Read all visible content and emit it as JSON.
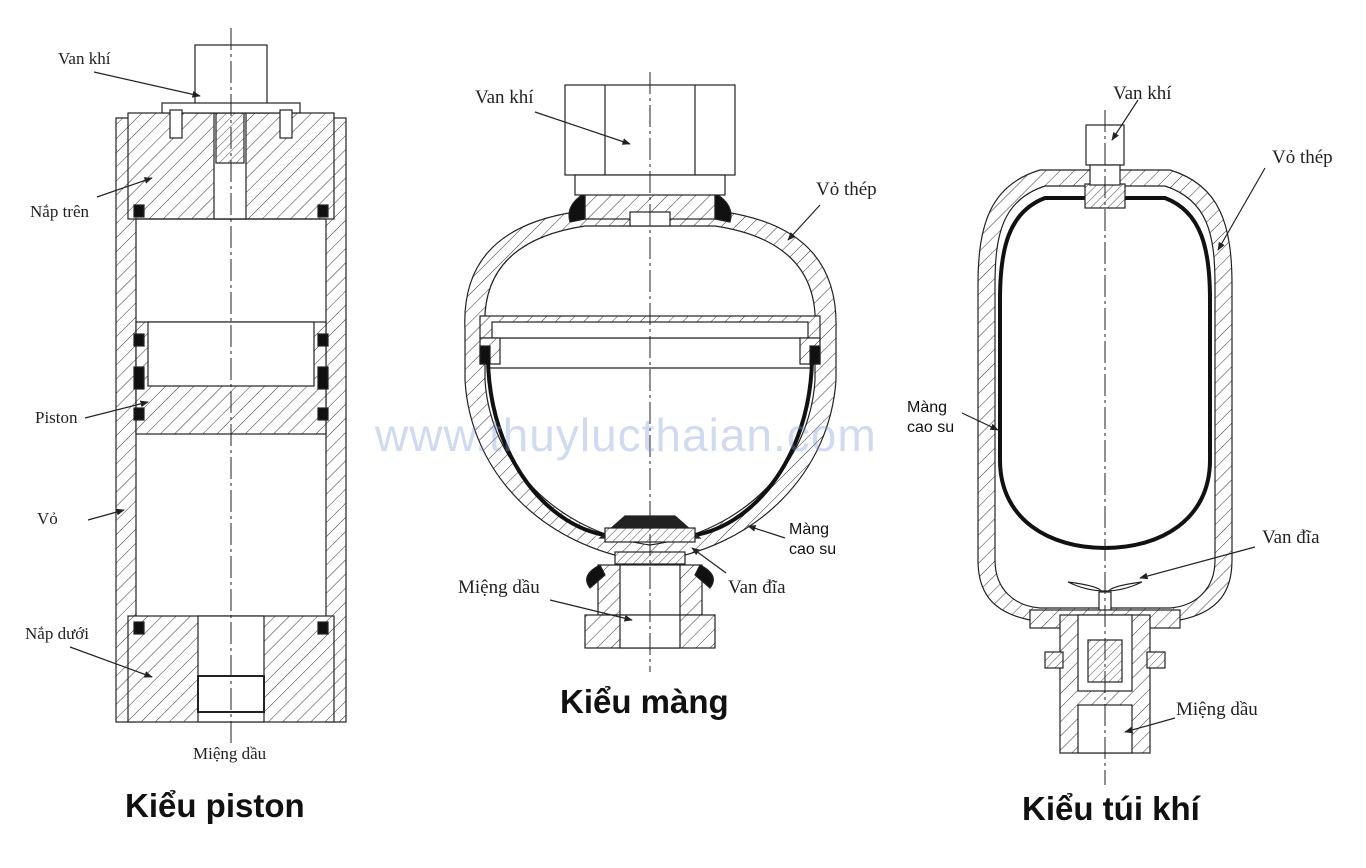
{
  "watermark": "www.thuylucthaian.com",
  "piston": {
    "title": "Kiểu piston",
    "labels": {
      "gas_valve": "Van khí",
      "top_cap": "Nắp trên",
      "piston": "Piston",
      "shell": "Vỏ",
      "bottom_cap": "Nắp dưới",
      "oil_port": "Miệng dầu"
    }
  },
  "diaphragm": {
    "title": "Kiểu màng",
    "labels": {
      "gas_valve": "Van khí",
      "steel_shell": "Vỏ thép",
      "rubber_line1": "Màng",
      "rubber_line2": "cao su",
      "disc_valve": "Van đĩa",
      "oil_port": "Miệng dầu"
    }
  },
  "bladder": {
    "title": "Kiểu túi khí",
    "labels": {
      "gas_valve": "Van khí",
      "steel_shell": "Vỏ thép",
      "rubber_line1": "Màng",
      "rubber_line2": "cao su",
      "disc_valve": "Van đĩa",
      "oil_port": "Miệng dầu"
    }
  }
}
